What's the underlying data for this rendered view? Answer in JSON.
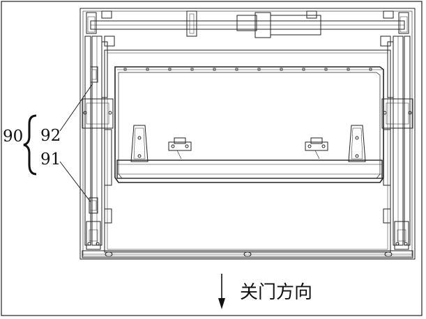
{
  "labels": {
    "group": "90",
    "upper": "92",
    "lower": "91",
    "direction": "关门方向"
  }
}
